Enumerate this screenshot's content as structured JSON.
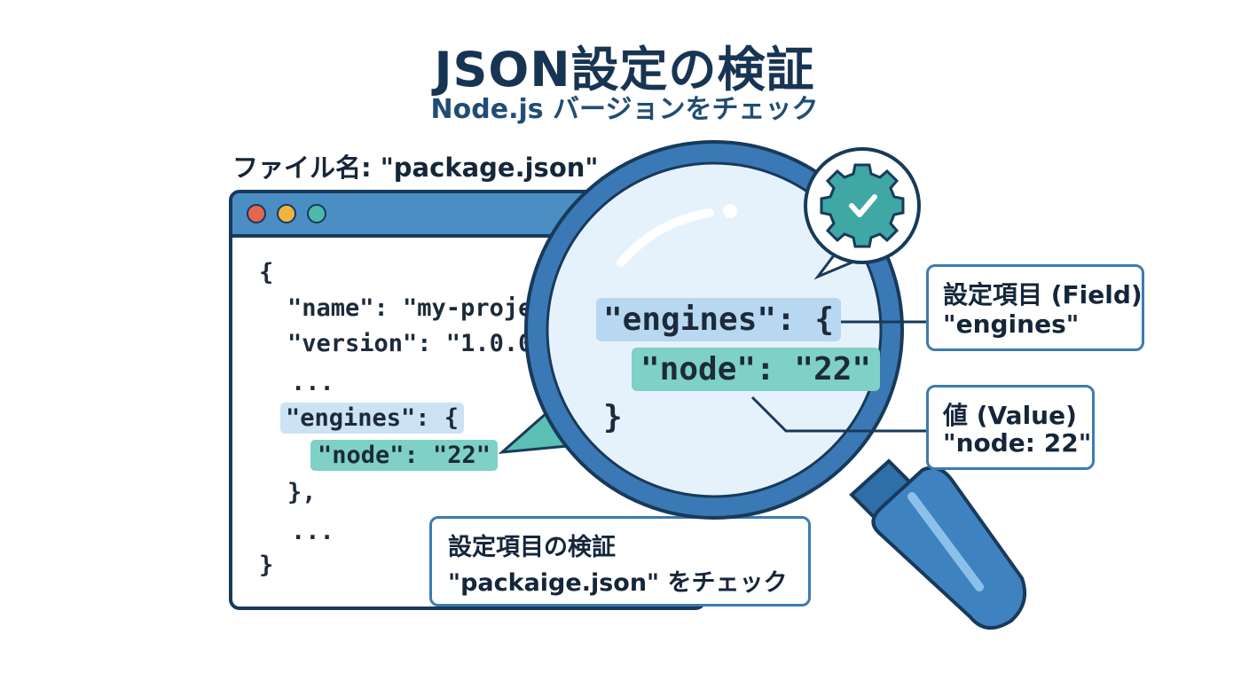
{
  "header": {
    "title": "JSON設定の検証",
    "subtitle": "Node.js バージョンをチェック"
  },
  "file": {
    "label": "ファイル名: \"package.json\""
  },
  "code": {
    "line_open": "{",
    "line_name": "\"name\": \"my-projec",
    "line_version": "\"version\": \"1.0.0",
    "line_ellipsis1": "...",
    "line_engines": "\"engines\": {",
    "line_node": "\"node\": \"22\"",
    "line_close_inner": "},",
    "line_ellipsis2": "...",
    "line_close": "}"
  },
  "lens": {
    "engines": "\"engines\": {",
    "node": "\"node\": \"22\"",
    "close": "}"
  },
  "callouts": {
    "field_line1": "設定項目 (Field)",
    "field_line2": "\"engines\"",
    "value_line1": "値 (Value)",
    "value_line2": "\"node: 22\""
  },
  "bottom_note": {
    "line1": "設定項目の検証",
    "line2": "\"packaige.json\" をチェック"
  },
  "colors": {
    "titlebar": "#4a8ec4",
    "outline": "#183a5a",
    "highlight_blue": "#cce3f5",
    "highlight_teal": "#7fd0c7",
    "lens_fill": "#e6f2fb",
    "badge_teal": "#3fa7a4"
  },
  "icons": {
    "badge": "gear-check-icon",
    "magnifier": "magnifying-glass-icon"
  }
}
